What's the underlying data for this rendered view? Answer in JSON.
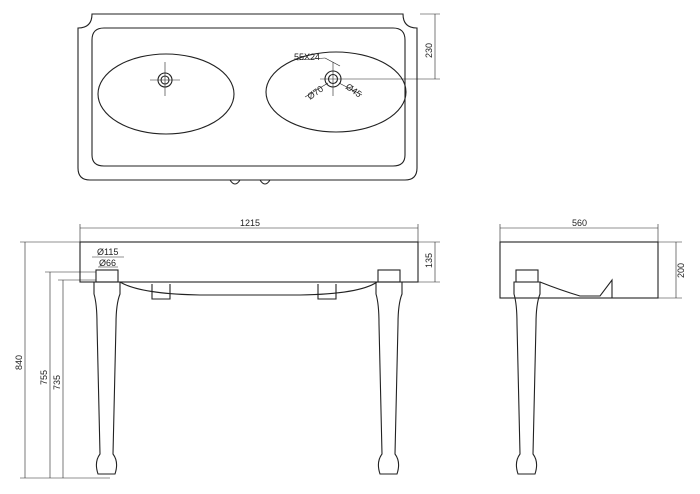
{
  "top_view": {
    "tap_hole": "55X24",
    "waste_outer": "Ø70",
    "waste_inner": "Ø45",
    "depth": "230"
  },
  "front_view": {
    "width": "1215",
    "leg_outer": "Ø115",
    "leg_inner": "Ø66",
    "slab_height": "135",
    "total_height": "840",
    "height_2": "755",
    "height_3": "735"
  },
  "side_view": {
    "depth": "560",
    "height": "200"
  }
}
